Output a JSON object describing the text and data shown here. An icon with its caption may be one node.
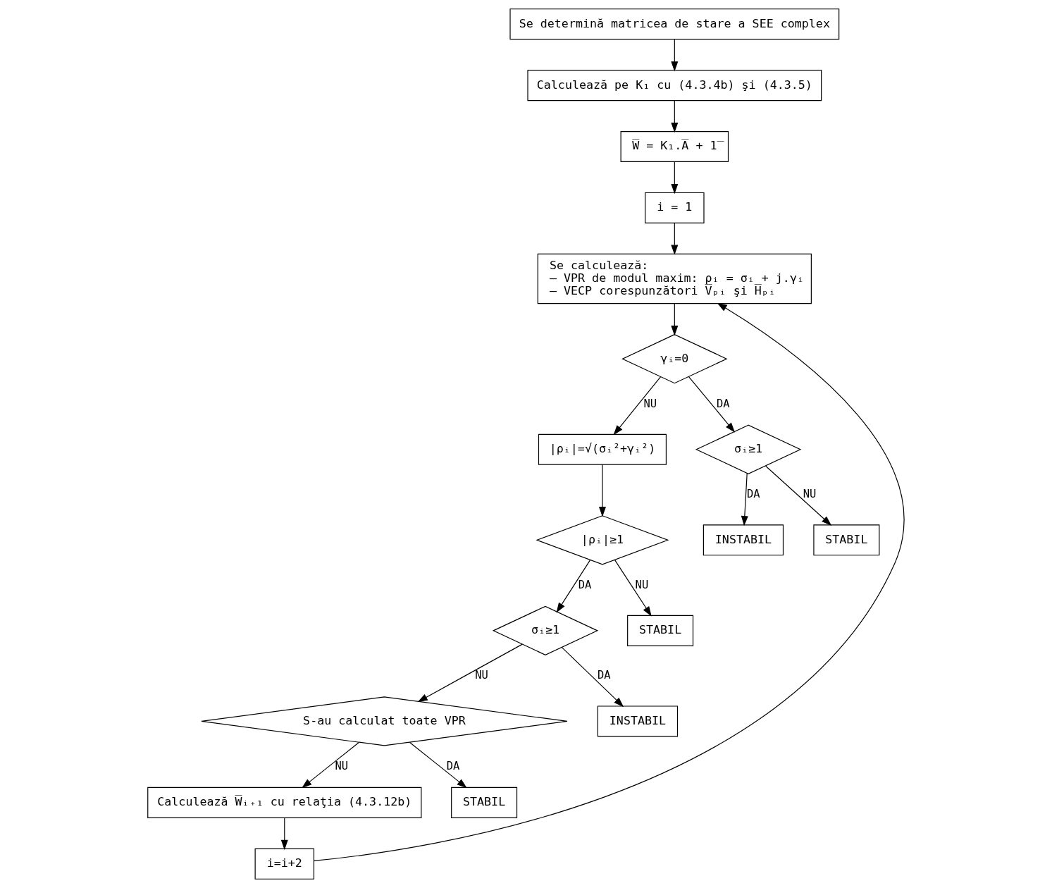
{
  "diagram": {
    "nodes": [
      {
        "text": [
          "Se determină matricea de stare a SEE complex"
        ]
      },
      {
        "text": [
          "Calculează pe K₁ cu (4.3.4b) şi (4.3.5)"
        ]
      },
      {
        "text": [
          "W̅ = K₁.A̅ + 1̅"
        ]
      },
      {
        "text": [
          "i = 1"
        ]
      },
      {
        "text": [
          "Se calculează:",
          "– VPR de modul maxim: ρᵢ = σᵢ + j.γᵢ",
          "– VECP corespunzători V̅ₚᵢ şi H̅ₚᵢ"
        ]
      },
      {
        "text": [
          "i=i+2"
        ]
      },
      {
        "text": [
          "γᵢ=0"
        ]
      },
      {
        "text": [
          "|ρᵢ|=√(σᵢ²+γᵢ²)"
        ]
      },
      {
        "text": [
          "Calculează W̅ᵢ₊₁ cu relaţia (4.3.12b)"
        ]
      },
      {
        "text": [
          "σᵢ≥1"
        ]
      },
      {
        "text": [
          "|ρᵢ|≥1"
        ]
      },
      {
        "text": [
          "σᵢ≥1"
        ]
      },
      {
        "text": [
          "S-au calculat toate VPR"
        ]
      },
      {
        "text": [
          "INSTABIL"
        ]
      },
      {
        "text": [
          "STABIL"
        ]
      },
      {
        "text": [
          "STABIL"
        ]
      },
      {
        "text": [
          "INSTABIL"
        ]
      },
      {
        "text": [
          "STABIL"
        ]
      }
    ],
    "edges": [
      {
        "from": 0,
        "to": 1,
        "arrow": "to"
      },
      {
        "from": 1,
        "to": 2,
        "arrow": "to"
      },
      {
        "from": 2,
        "to": 3,
        "arrow": "to"
      },
      {
        "from": 3,
        "to": 4,
        "arrow": "to"
      },
      {
        "from": 5,
        "to": 4,
        "arrow": "to"
      },
      {
        "from": 4,
        "to": 6,
        "arrow": "to"
      },
      {
        "from": 6,
        "to": 7,
        "arrow": "to",
        "label": "NU"
      },
      {
        "from": 6,
        "to": 9,
        "arrow": "to",
        "label": "DA"
      },
      {
        "from": 9,
        "to": 13,
        "arrow": "to",
        "label": "DA"
      },
      {
        "from": 9,
        "to": 14,
        "arrow": "to",
        "label": "NU"
      },
      {
        "from": 7,
        "to": 10,
        "arrow": "to"
      },
      {
        "from": 10,
        "to": 11,
        "arrow": "to",
        "label": "DA"
      },
      {
        "from": 10,
        "to": 15,
        "arrow": "to",
        "label": "NU"
      },
      {
        "from": 11,
        "to": 12,
        "arrow": "to",
        "label": "NU"
      },
      {
        "from": 11,
        "to": 16,
        "arrow": "to",
        "label": "DA"
      },
      {
        "from": 12,
        "to": 8,
        "arrow": "to",
        "label": "NU"
      },
      {
        "from": 12,
        "to": 17,
        "arrow": "to",
        "label": "DA"
      },
      {
        "from": 8,
        "to": 5,
        "arrow": "to"
      }
    ]
  }
}
